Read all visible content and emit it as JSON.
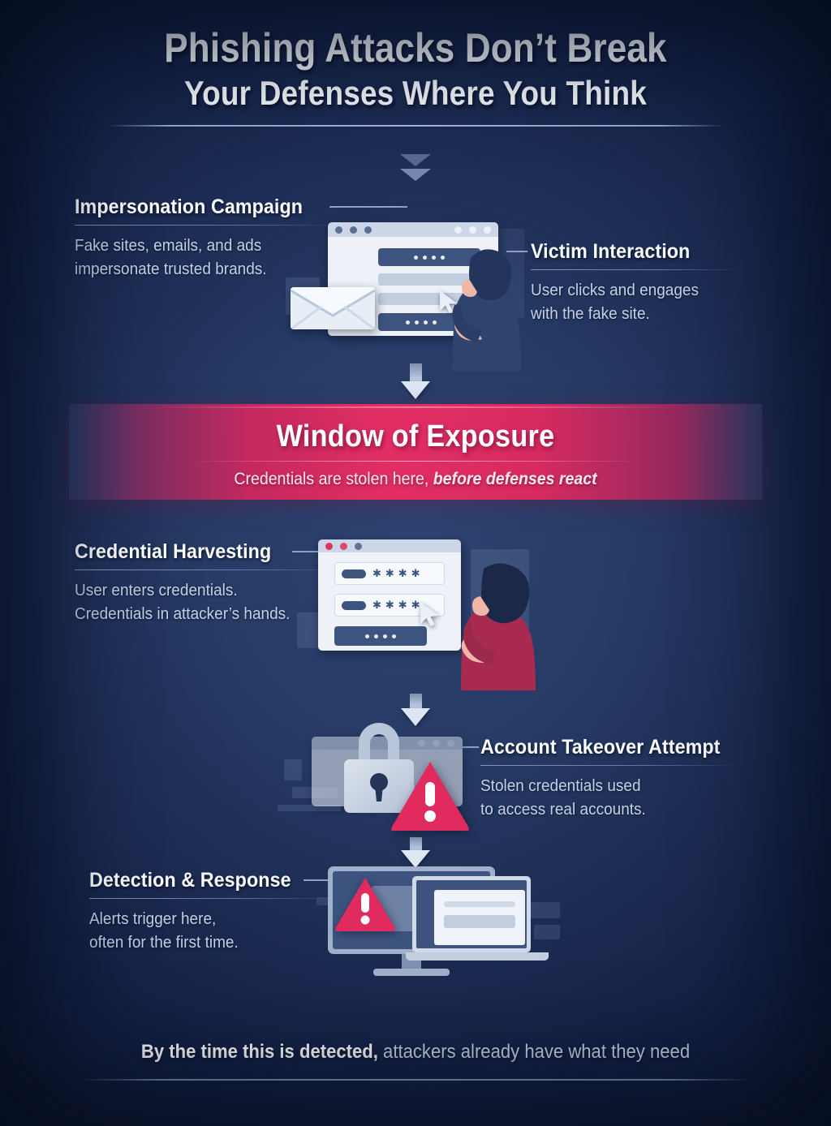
{
  "header": {
    "title_line1": "Phishing Attacks Don’t Break",
    "title_line2": "Your Defenses Where You Think"
  },
  "stages": [
    {
      "id": "impersonation-campaign",
      "heading": "Impersonation Campaign",
      "body": "Fake sites, emails, and ads\nimpersonate trusted brands.",
      "side": "left"
    },
    {
      "id": "victim-interaction",
      "heading": "Victim Interaction",
      "body": "User clicks and engages\nwith the fake site.",
      "side": "right"
    },
    {
      "id": "credential-harvesting",
      "heading": "Credential Harvesting",
      "body": "User enters credentials.\nCredentials in attacker’s hands.",
      "side": "left"
    },
    {
      "id": "account-takeover-attempt",
      "heading": "Account Takeover Attempt",
      "body": "Stolen credentials used\nto access real accounts.",
      "side": "right"
    },
    {
      "id": "detection-and-response",
      "heading": "Detection & Response",
      "body": "Alerts trigger here,\noften for the first time.",
      "side": "left"
    }
  ],
  "banner": {
    "title": "Window of Exposure",
    "subtitle_plain": "Credentials are stolen here, ",
    "subtitle_emphasis": "before defenses react"
  },
  "footer": {
    "bold_text": "By the time this is detected,",
    "rest_text": " attackers already have what they need"
  },
  "illustrations": {
    "stage1_alt": "Browser window with fake form, envelope and person clicking",
    "stage2_alt": "Login form with masked password fields and person clicking",
    "stage3_alt": "Padlock over browser window with warning triangle",
    "stage4_alt": "Desktop monitor with alert triangle and laptop showing dialog"
  },
  "colors": {
    "background_deep": "#0d1730",
    "background_mid": "#2e4372",
    "accent_pink": "#e22d62",
    "accent_crimson": "#c4285e",
    "text_primary": "#fbfcfe",
    "text_secondary": "#c3d0e6",
    "rule_blue": "#a4b9e0"
  }
}
